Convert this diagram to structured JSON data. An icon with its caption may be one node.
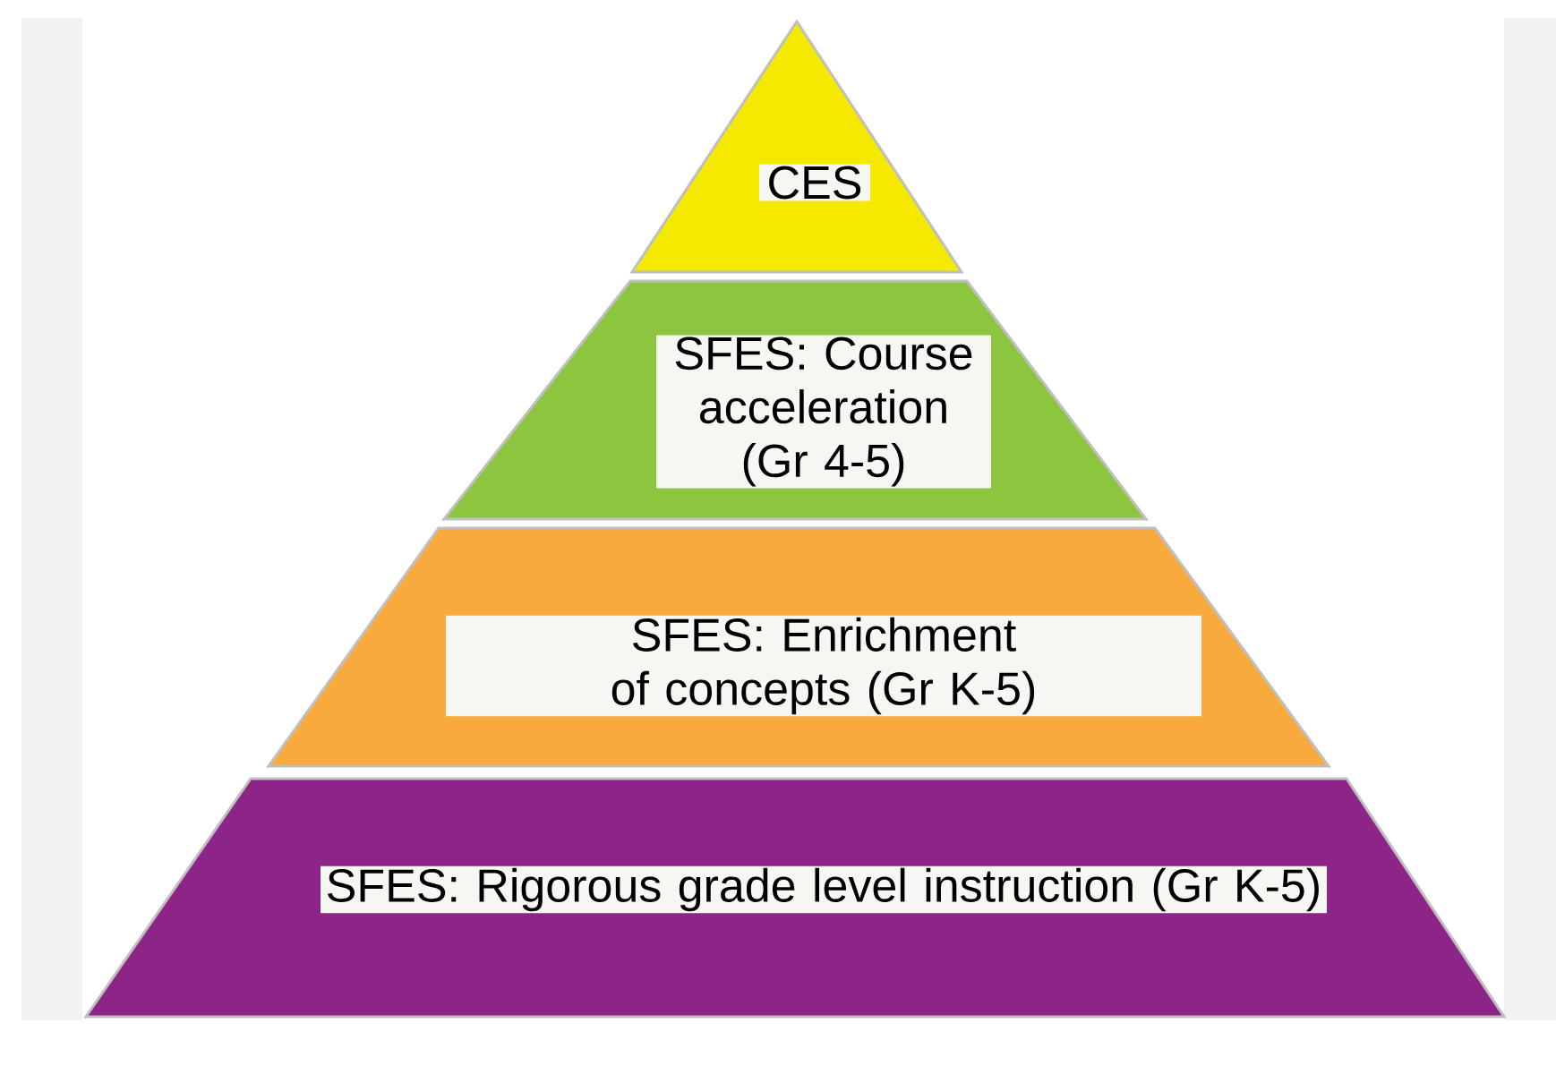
{
  "diagram": {
    "nodes": [
      {
        "text": [
          "CES"
        ]
      },
      {
        "text": [
          "SFES: Course acceleration (Gr 4-5)"
        ]
      },
      {
        "text": [
          "SFES: Enrichment of concepts (Gr K-5)"
        ]
      },
      {
        "text": [
          "SFES: Rigorous grade level instruction (Gr K-5)"
        ]
      }
    ]
  }
}
